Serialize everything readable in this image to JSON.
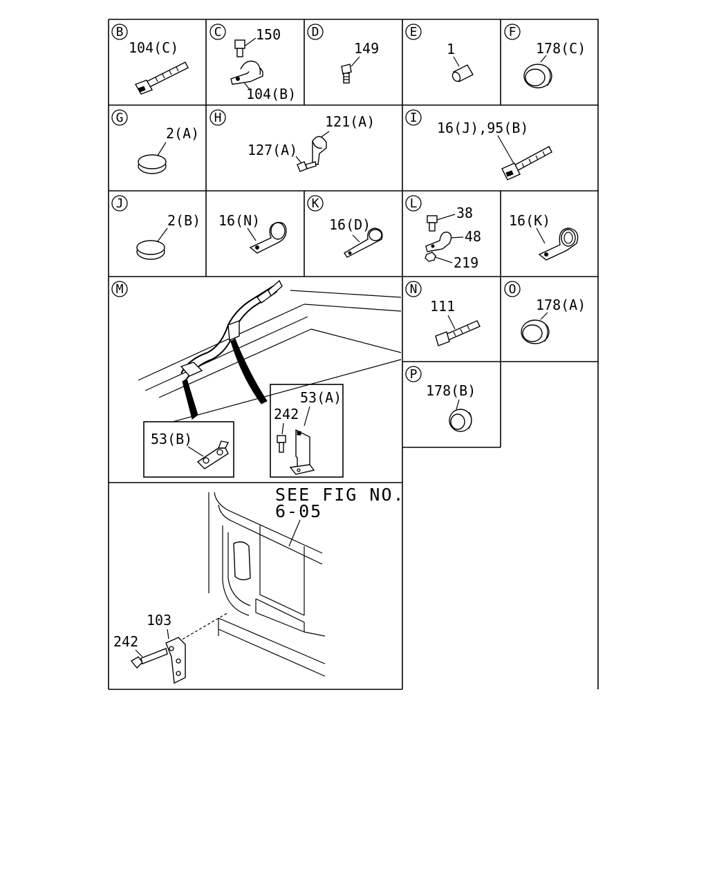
{
  "panels": {
    "B": {
      "letter": "B",
      "labels": [
        "104(C)"
      ]
    },
    "C": {
      "letter": "C",
      "labels": [
        "150",
        "104(B)"
      ]
    },
    "D": {
      "letter": "D",
      "labels": [
        "149"
      ]
    },
    "E": {
      "letter": "E",
      "labels": [
        "1"
      ]
    },
    "F": {
      "letter": "F",
      "labels": [
        "178(C)"
      ]
    },
    "G": {
      "letter": "G",
      "labels": [
        "2(A)"
      ]
    },
    "H": {
      "letter": "H",
      "labels": [
        "121(A)",
        "127(A)"
      ]
    },
    "I": {
      "letter": "I",
      "labels": [
        "16(J),95(B)"
      ]
    },
    "J": {
      "letter": "J",
      "labels": [
        "2(B)"
      ]
    },
    "N_16": {
      "letter": "",
      "labels": [
        "16(N)"
      ]
    },
    "K": {
      "letter": "K",
      "labels": [
        "16(D)"
      ]
    },
    "L": {
      "letter": "L",
      "labels": [
        "38",
        "48",
        "219"
      ]
    },
    "K_16": {
      "letter": "",
      "labels": [
        "16(K)"
      ]
    },
    "M": {
      "letter": "M",
      "labels": [
        "53(B)",
        "53(A)",
        "242"
      ]
    },
    "N": {
      "letter": "N",
      "labels": [
        "111"
      ]
    },
    "O": {
      "letter": "O",
      "labels": [
        "178(A)"
      ]
    },
    "P": {
      "letter": "P",
      "labels": [
        "178(B)"
      ]
    },
    "bottom": {
      "labels": [
        "SEE FIG NO.",
        "6-05",
        "103",
        "242"
      ]
    }
  }
}
